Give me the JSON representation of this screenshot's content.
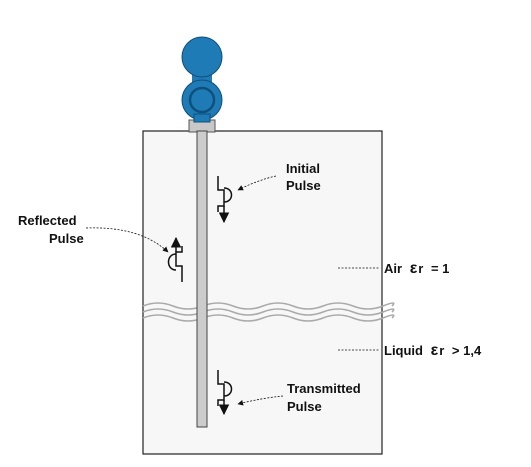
{
  "labels": {
    "initial_pulse": [
      "Initial",
      "Pulse"
    ],
    "reflected_pulse": [
      "Reflected",
      "Pulse"
    ],
    "transmitted_pulse": [
      "Transmitted",
      "Pulse"
    ],
    "air": {
      "name": "Air",
      "symbol": "ε",
      "subscript": "r",
      "relation": "= 1"
    },
    "liquid": {
      "name": "Liquid",
      "symbol": "ε",
      "subscript": "r",
      "relation": "> 1,4"
    }
  },
  "colors": {
    "transmitter_head": "#1f7bb5",
    "transmitter_head_dark": "#0f4f7c",
    "probe": "#cccccc",
    "probe_edge": "#444444",
    "tank_fill": "#f7f7f7",
    "tank_edge": "#222222",
    "liquid_surface": "#aaaaaa",
    "text": "#111111"
  },
  "icons": [
    "transmitter-head-icon",
    "pulse-down-icon",
    "pulse-up-icon",
    "leader-arrow-icon"
  ]
}
